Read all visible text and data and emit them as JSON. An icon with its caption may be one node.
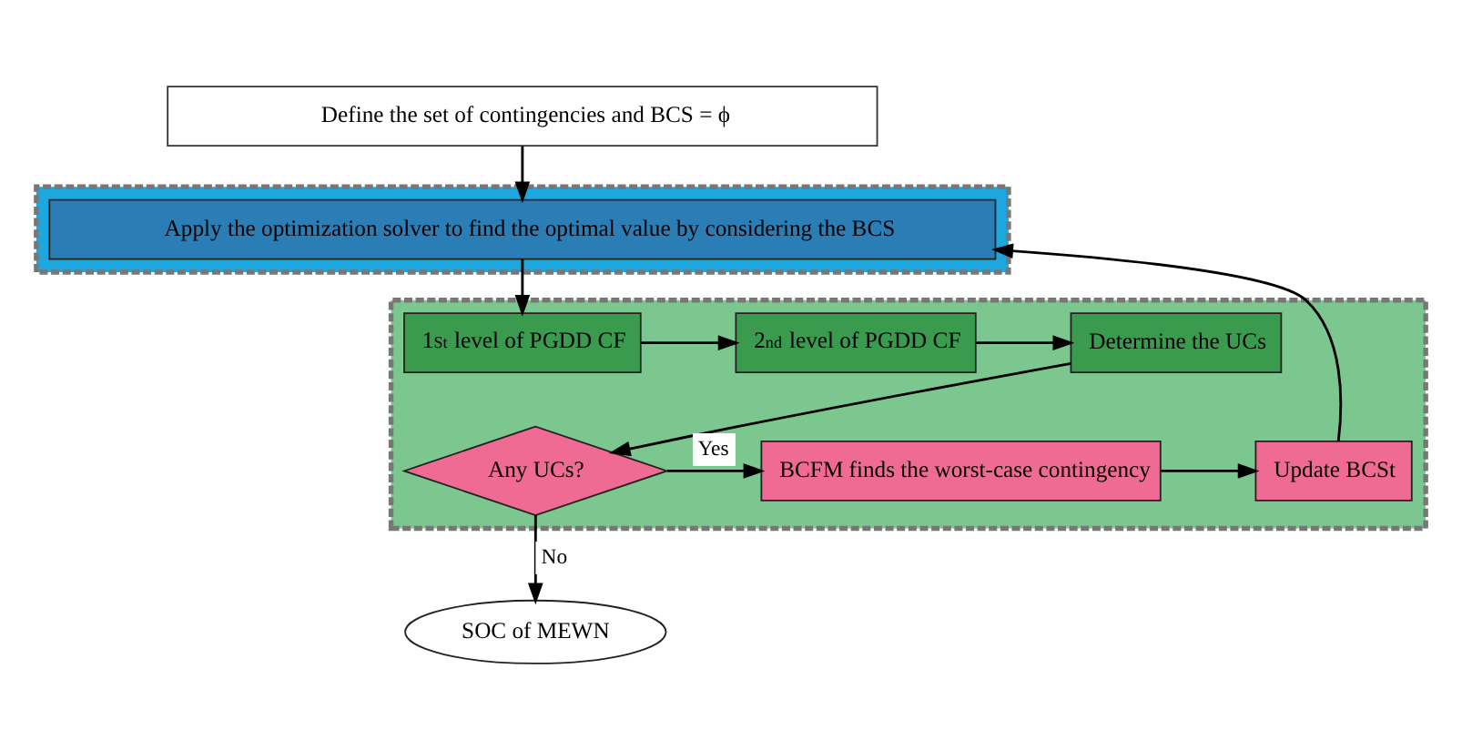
{
  "diagram": {
    "nodes": [
      {
        "text": [
          "Define the set of contingencies and BCS = ϕ"
        ]
      },
      {
        "text": [],
        "shape": "box"
      },
      {
        "text": [
          "Apply the optimization solver to find the optimal value by considering the BCS"
        ],
        "in": 1
      },
      {
        "text": [],
        "shape": "box"
      },
      {
        "text": [
          "1$^{St}$ level of PGDD CF"
        ],
        "in": 3
      },
      {
        "text": [
          "2$^{nd}$ level of PGDD CF"
        ],
        "in": 3
      },
      {
        "text": [
          "Determine the UCs"
        ],
        "in": 3
      },
      {
        "text": [
          "Any UCs?"
        ],
        "in": 3
      },
      {
        "text": [
          "BCFM finds the worst-case contingency"
        ],
        "in": 3
      },
      {
        "text": [
          "Update BCSt"
        ],
        "in": 3
      },
      {
        "text": [
          "SOC of MEWN"
        ]
      }
    ],
    "edges": [
      {
        "from": 0,
        "to": 2,
        "arrow": "to"
      },
      {
        "from": 2,
        "to": 4,
        "arrow": "to"
      },
      {
        "from": 4,
        "to": 5,
        "arrow": "to"
      },
      {
        "from": 5,
        "to": 6,
        "arrow": "to"
      },
      {
        "from": 6,
        "to": 7,
        "arrow": "to"
      },
      {
        "from": 7,
        "to": 8,
        "label": "Yes",
        "arrow": "to"
      },
      {
        "from": 8,
        "to": 9,
        "arrow": "to"
      },
      {
        "from": 9,
        "to": 2,
        "arrow": "to"
      },
      {
        "from": 7,
        "to": 10,
        "label": "No",
        "arrow": "to"
      }
    ]
  }
}
